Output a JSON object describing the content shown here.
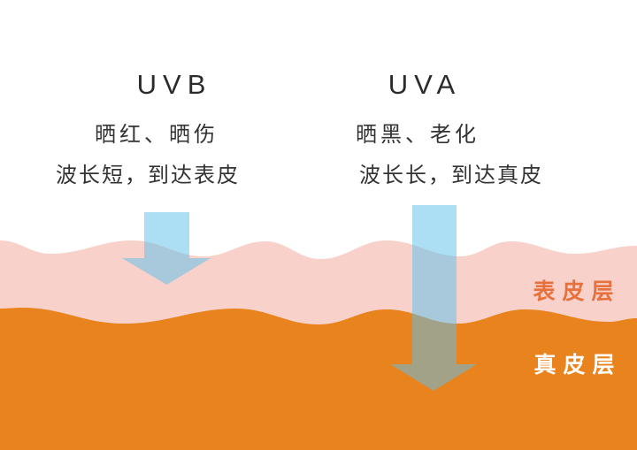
{
  "diagram": {
    "uvb": {
      "title": "UVB",
      "effects": "晒红、晒伤",
      "description": "波长短，到达表皮"
    },
    "uva": {
      "title": "UVA",
      "effects": "晒黑、老化",
      "description": "波长长，到达真皮"
    },
    "layers": {
      "epidermis_label": "表皮层",
      "dermis_label": "真皮层"
    }
  },
  "colors": {
    "background": "#ffffff",
    "epidermis_fill": "#f7d1ca",
    "dermis_fill": "#e9831d",
    "arrow_blue": "#5fc0e9",
    "epidermis_label_color": "#e8703c",
    "dermis_label_color": "#ffffff",
    "text_color": "#2d2d2d"
  }
}
